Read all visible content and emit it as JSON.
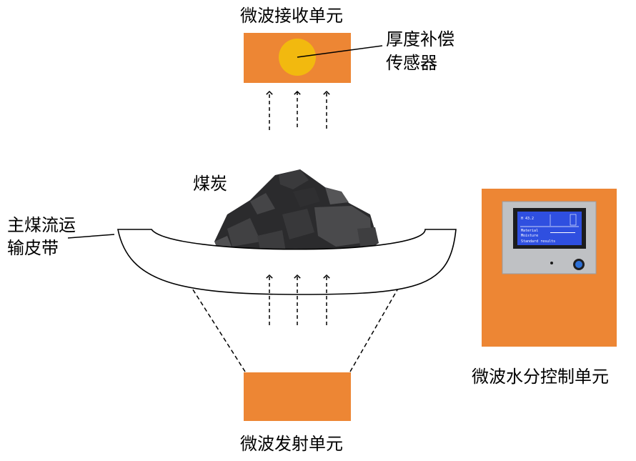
{
  "labels": {
    "receiver": "微波接收单元",
    "sensor_line1": "厚度补偿",
    "sensor_line2": "传感器",
    "coal": "煤炭",
    "belt_line1": "主煤流运",
    "belt_line2": "输皮带",
    "transmitter": "微波发射单元",
    "controller": "微波水分控制单元"
  },
  "colors": {
    "unit_orange": "#ED8634",
    "sensor_yellow": "#F2B90F",
    "panel_steel": "#BFC1C4",
    "lcd_blue": "#2F4FE0",
    "coal_dark": "#2B2B2D"
  },
  "lcd_screen": {
    "line1": "H  43.2",
    "line2": "Material",
    "line3": "Moisture",
    "line4": "Standard results"
  }
}
